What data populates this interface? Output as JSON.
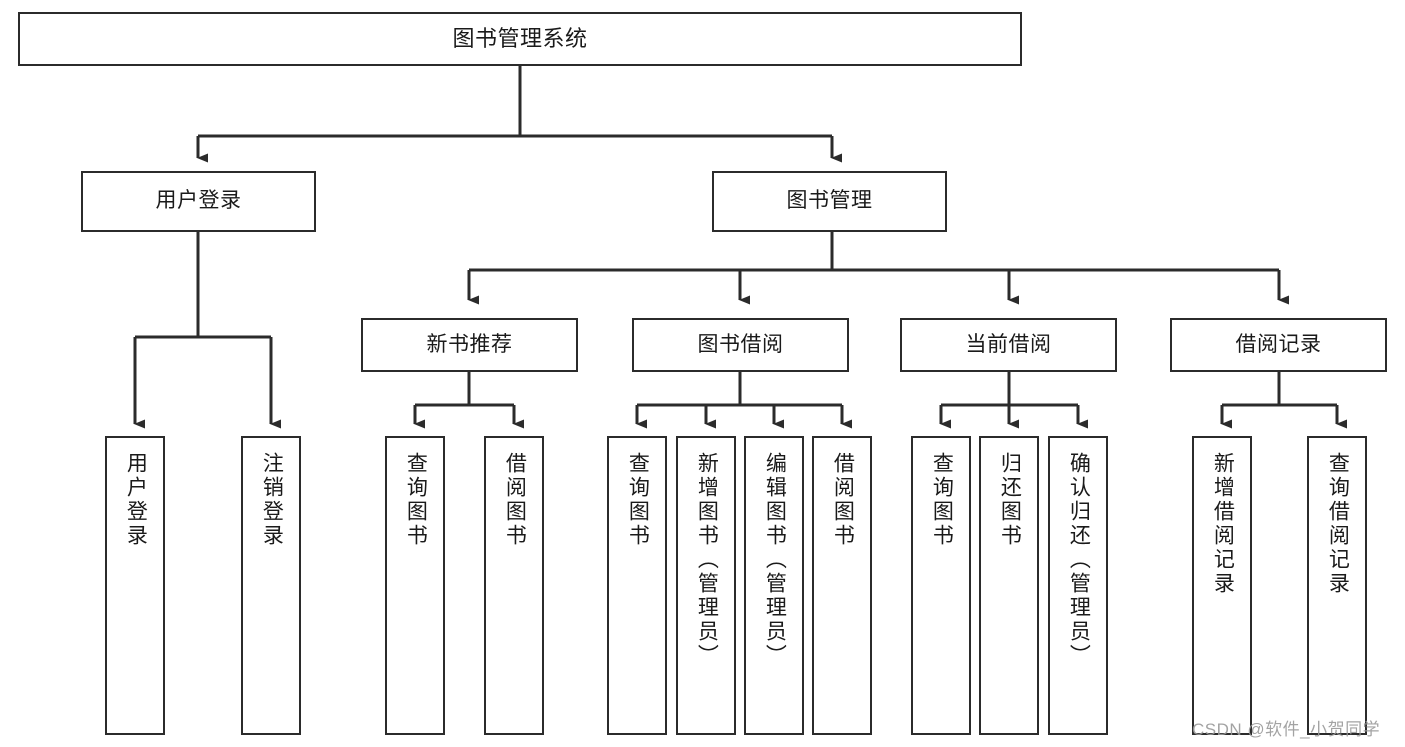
{
  "diagram": {
    "title": "图书管理系统",
    "type": "tree-hierarchy-chart",
    "colors": {
      "box_border": "#2b2b2b",
      "box_fill": "#ffffff",
      "connector": "#2b2b2b",
      "text": "#1a1a1a",
      "watermark": "#9a9a9a"
    },
    "root": {
      "label": "图书管理系统",
      "orientation": "horizontal"
    },
    "level2": [
      {
        "label": "用户登录",
        "orientation": "horizontal"
      },
      {
        "label": "图书管理",
        "orientation": "horizontal"
      }
    ],
    "level3": [
      {
        "label": "新书推荐",
        "orientation": "horizontal"
      },
      {
        "label": "图书借阅",
        "orientation": "horizontal"
      },
      {
        "label": "当前借阅",
        "orientation": "horizontal"
      },
      {
        "label": "借阅记录",
        "orientation": "horizontal"
      }
    ],
    "leaves": {
      "user_login": [
        {
          "label": "用户登录",
          "orientation": "vertical"
        },
        {
          "label": "注销登录",
          "orientation": "vertical"
        }
      ],
      "new_book_recommend": [
        {
          "label": "查询图书",
          "orientation": "vertical"
        },
        {
          "label": "借阅图书",
          "orientation": "vertical"
        }
      ],
      "book_borrow": [
        {
          "label": "查询图书",
          "orientation": "vertical"
        },
        {
          "label": "新增图书（管理员）",
          "orientation": "vertical"
        },
        {
          "label": "编辑图书（管理员）",
          "orientation": "vertical"
        },
        {
          "label": "借阅图书",
          "orientation": "vertical"
        }
      ],
      "current_borrow": [
        {
          "label": "查询图书",
          "orientation": "vertical"
        },
        {
          "label": "归还图书",
          "orientation": "vertical"
        },
        {
          "label": "确认归还（管理员）",
          "orientation": "vertical"
        }
      ],
      "borrow_record": [
        {
          "label": "新增借阅记录",
          "orientation": "vertical"
        },
        {
          "label": "查询借阅记录",
          "orientation": "vertical"
        }
      ]
    },
    "watermark": "CSDN @软件_小贺同学"
  }
}
